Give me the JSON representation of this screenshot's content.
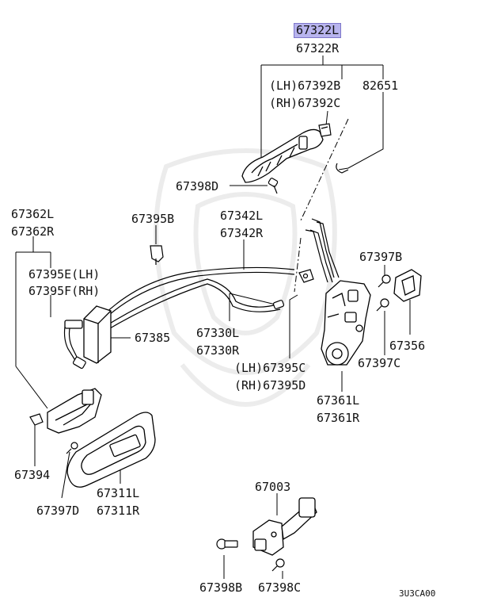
{
  "parts": {
    "p67322L": "67322L",
    "p67322R": "67322R",
    "p67392B": "(LH)67392B",
    "p67392C": "(RH)67392C",
    "p82651": "82651",
    "p67398D": "67398D",
    "p67362L": "67362L",
    "p67362R": "67362R",
    "p67395B": "67395B",
    "p67342L": "67342L",
    "p67342R": "67342R",
    "p67397B": "67397B",
    "p67395E": "67395E(LH)",
    "p67395F": "67395F(RH)",
    "p67385": "67385",
    "p67330L": "67330L",
    "p67330R": "67330R",
    "p67356": "67356",
    "p67395C": "(LH)67395C",
    "p67395D": "(RH)67395D",
    "p67397C": "67397C",
    "p67361L": "67361L",
    "p67361R": "67361R",
    "p67394": "67394",
    "p67311L": "67311L",
    "p67311R": "67311R",
    "p67397D": "67397D",
    "p67003": "67003",
    "p67398B": "67398B",
    "p67398C": "67398C"
  },
  "diagram_code": "3U3CA00",
  "highlight_color": "#b8b4ee"
}
